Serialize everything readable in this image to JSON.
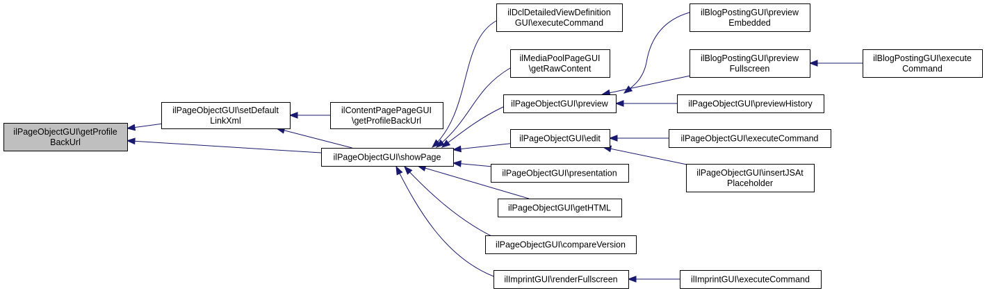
{
  "graph": {
    "nodes": {
      "getProfileBackUrl": {
        "lines": [
          "ilPageObjectGUI\\getProfile",
          "BackUrl"
        ],
        "root": true
      },
      "setDefaultLinkXml": {
        "lines": [
          "ilPageObjectGUI\\setDefault",
          "LinkXml"
        ]
      },
      "contentPageGetProfileBackUrl": {
        "lines": [
          "ilContentPagePageGUI",
          "\\getProfileBackUrl"
        ]
      },
      "showPage": {
        "lines": [
          "ilPageObjectGUI\\showPage"
        ]
      },
      "dclExecuteCommand": {
        "lines": [
          "ilDclDetailedViewDefinition",
          "GUI\\executeCommand"
        ]
      },
      "mediaPoolGetRawContent": {
        "lines": [
          "ilMediaPoolPageGUI",
          "\\getRawContent"
        ]
      },
      "preview": {
        "lines": [
          "ilPageObjectGUI\\preview"
        ]
      },
      "edit": {
        "lines": [
          "ilPageObjectGUI\\edit"
        ]
      },
      "presentation": {
        "lines": [
          "ilPageObjectGUI\\presentation"
        ]
      },
      "getHTML": {
        "lines": [
          "ilPageObjectGUI\\getHTML"
        ]
      },
      "compareVersion": {
        "lines": [
          "ilPageObjectGUI\\compareVersion"
        ]
      },
      "renderFullscreen": {
        "lines": [
          "ilImprintGUI\\renderFullscreen"
        ]
      },
      "blogPreviewEmbedded": {
        "lines": [
          "ilBlogPostingGUI\\preview",
          "Embedded"
        ]
      },
      "blogPreviewFullscreen": {
        "lines": [
          "ilBlogPostingGUI\\preview",
          "Fullscreen"
        ]
      },
      "previewHistory": {
        "lines": [
          "ilPageObjectGUI\\previewHistory"
        ]
      },
      "editExecuteCommand": {
        "lines": [
          "ilPageObjectGUI\\executeCommand"
        ]
      },
      "insertJSAtPlaceholder": {
        "lines": [
          "ilPageObjectGUI\\insertJSAt",
          "Placeholder"
        ]
      },
      "imprintExecuteCommand": {
        "lines": [
          "ilImprintGUI\\executeCommand"
        ]
      },
      "blogExecuteCommand": {
        "lines": [
          "ilBlogPostingGUI\\execute",
          "Command"
        ]
      }
    },
    "edges": [
      {
        "from": "setDefaultLinkXml",
        "to": "getProfileBackUrl"
      },
      {
        "from": "showPage",
        "to": "getProfileBackUrl"
      },
      {
        "from": "contentPageGetProfileBackUrl",
        "to": "setDefaultLinkXml"
      },
      {
        "from": "showPage",
        "to": "setDefaultLinkXml"
      },
      {
        "from": "dclExecuteCommand",
        "to": "showPage"
      },
      {
        "from": "mediaPoolGetRawContent",
        "to": "showPage"
      },
      {
        "from": "preview",
        "to": "showPage"
      },
      {
        "from": "edit",
        "to": "showPage"
      },
      {
        "from": "presentation",
        "to": "showPage"
      },
      {
        "from": "getHTML",
        "to": "showPage"
      },
      {
        "from": "compareVersion",
        "to": "showPage"
      },
      {
        "from": "renderFullscreen",
        "to": "showPage"
      },
      {
        "from": "blogPreviewEmbedded",
        "to": "preview"
      },
      {
        "from": "blogPreviewFullscreen",
        "to": "preview"
      },
      {
        "from": "previewHistory",
        "to": "preview"
      },
      {
        "from": "editExecuteCommand",
        "to": "edit"
      },
      {
        "from": "insertJSAtPlaceholder",
        "to": "edit"
      },
      {
        "from": "imprintExecuteCommand",
        "to": "renderFullscreen"
      },
      {
        "from": "blogExecuteCommand",
        "to": "blogPreviewFullscreen"
      }
    ]
  }
}
